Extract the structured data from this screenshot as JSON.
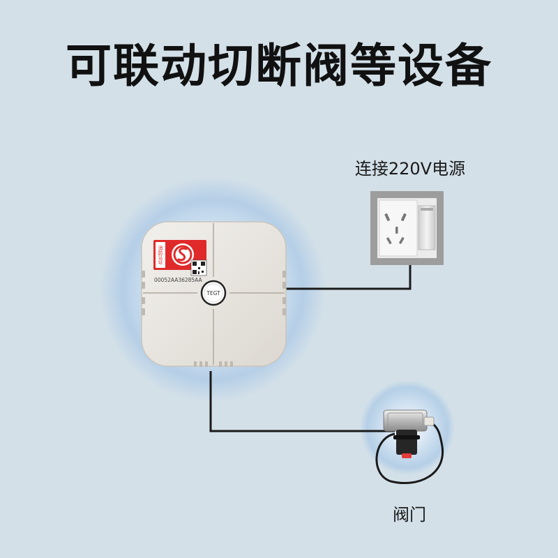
{
  "headline": "可联动切断阀等设备",
  "power_label": "连接220V电源",
  "valve_label": "阀门",
  "detector": {
    "badge_text_1": "消防",
    "badge_text_2": "认证",
    "serial": "00052AA36285AA",
    "test_button": "TEGT"
  },
  "colors": {
    "background": "#d3e0e8",
    "halo": "#b5d0e8",
    "detector_body": "#e9e6e0",
    "badge_red": "#e02a2a",
    "wire": "#1a1a1a",
    "socket_frame": "#9a9a9a"
  }
}
